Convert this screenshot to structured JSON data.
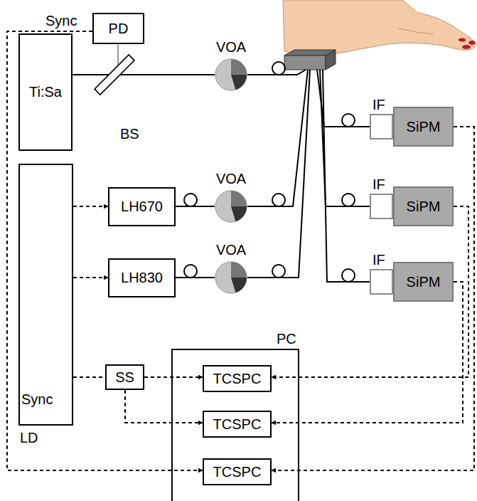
{
  "diagram": {
    "nodes": [
      {
        "text": [
          "PD"
        ]
      },
      {
        "text": [
          "Ti:Sa"
        ]
      },
      {
        "text": [
          "BS"
        ]
      },
      {
        "text": [
          "VOA"
        ]
      },
      {
        "text": [
          "IF"
        ]
      },
      {
        "text": [
          "SiPM"
        ]
      },
      {
        "text": [
          "Sync",
          "LD"
        ]
      },
      {
        "text": [
          "LH670"
        ]
      },
      {
        "text": [
          "VOA"
        ]
      },
      {
        "text": [
          "IF"
        ]
      },
      {
        "text": [
          "SiPM"
        ]
      },
      {
        "text": [
          "LH830"
        ]
      },
      {
        "text": [
          "VOA"
        ]
      },
      {
        "text": [
          "IF"
        ]
      },
      {
        "text": [
          "SiPM"
        ]
      },
      {
        "text": [
          "SS"
        ]
      },
      {
        "text": [
          "PC"
        ]
      },
      {
        "text": [
          "TCSPC"
        ],
        "in": 16
      },
      {
        "text": [
          "TCSPC"
        ],
        "in": 16
      },
      {
        "text": [
          "TCSPC"
        ],
        "in": 16
      }
    ],
    "edges": [
      {
        "from": 1,
        "to": 2,
        "arrow": "none"
      },
      {
        "from": 0,
        "to": 2,
        "arrow": "none"
      },
      {
        "from": 2,
        "to": 3,
        "arrow": "none"
      },
      {
        "from": 6,
        "to": 7,
        "arrow": "to"
      },
      {
        "from": 6,
        "to": 11,
        "arrow": "to"
      },
      {
        "from": 7,
        "to": 8,
        "arrow": "none"
      },
      {
        "from": 11,
        "to": 12,
        "arrow": "none"
      },
      {
        "from": 6,
        "to": 15,
        "arrow": "none"
      },
      {
        "from": 15,
        "to": 17,
        "arrow": "to"
      },
      {
        "from": 15,
        "to": 18,
        "arrow": "to"
      },
      {
        "from": 0,
        "to": 19,
        "label": "Sync",
        "arrow": "to"
      },
      {
        "from": 5,
        "to": 19,
        "arrow": "to"
      },
      {
        "from": 10,
        "to": 17,
        "arrow": "to"
      },
      {
        "from": 14,
        "to": 18,
        "arrow": "to"
      }
    ]
  }
}
